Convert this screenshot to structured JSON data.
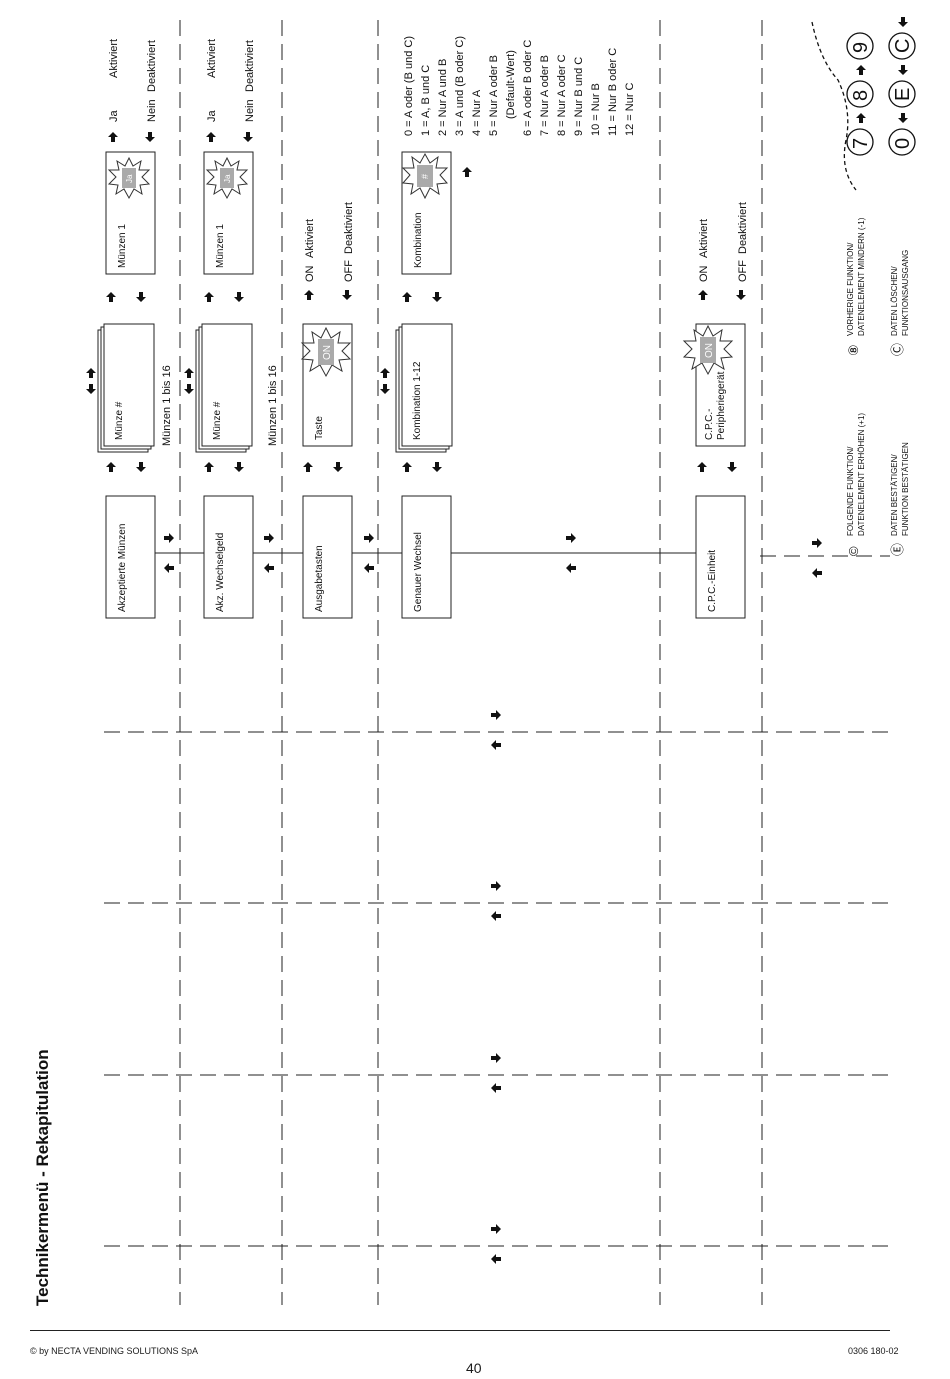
{
  "title": "Technikermenü - Rekapitulation",
  "footer": {
    "copyright": "© by NECTA VENDING SOLUTIONS SpA",
    "page": "40",
    "code": "0306 180-02"
  },
  "menu_items": [
    "Akzeptierte Münzen",
    "Akz. Wechselgeld",
    "Ausgabetasten",
    "Genauer Wechsel",
    "C.P.C.-Einheit"
  ],
  "sub_items": {
    "muenze_1": "Münze #",
    "muenze_2": "Münze #",
    "taste": "Taste",
    "kombination_range": "Kombination 1-12",
    "cpc_line1": "C.P.C.-",
    "cpc_line2": "Peripheriegerät",
    "muenzen_range_1": "Münzen 1 bis 16",
    "muenzen_range_2": "Münzen 1 bis 16"
  },
  "leaf_items": {
    "muenzen1_a": "Münzen 1",
    "muenzen1_b": "Münzen 1",
    "kombination": "Kombination"
  },
  "badges": {
    "ja_1": "Ja",
    "ja_2": "Ja",
    "on_1": "ON",
    "on_2": "ON",
    "hash": "#"
  },
  "options": {
    "ja_1": "Ja",
    "aktiviert_1": "Aktiviert",
    "nein_1": "Nein",
    "deaktiviert_1": "Deaktiviert",
    "ja_2": "Ja",
    "aktiviert_2": "Aktiviert",
    "nein_2": "Nein",
    "deaktiviert_2": "Deaktiviert",
    "on_1": "ON",
    "on_aktiviert_1": "Aktiviert",
    "off_1": "OFF",
    "off_deaktiviert_1": "Deaktiviert",
    "on_2": "ON",
    "on_aktiviert_2": "Aktiviert",
    "off_2": "OFF",
    "off_deaktiviert_2": "Deaktiviert"
  },
  "combinations": [
    "0 = A oder (B und C)",
    "1 = A, B und C",
    "2 = Nur A und B",
    "3 = A und (B oder C)",
    "4 = Nur A",
    "5 = Nur A oder B",
    "(Default-Wert)",
    "6 = A oder B oder C",
    "7 = Nur A oder B",
    "8 = Nur A oder C",
    "9 = Nur B und C",
    "10 = Nur B",
    "11 = Nur B oder C",
    "12 = Nur C"
  ],
  "legend": {
    "key_next_line1": "FOLGENDE FUNKTION/",
    "key_next_line2": "DATENELEMENT ERHÖHEN (+1)",
    "key_prev_line1": "VORHERIGE FUNKTION/",
    "key_prev_line2": "DATENELEMENT MINDERN (-1)",
    "key_confirm_line1": "DATEN BESTÄTIGEN/",
    "key_confirm_line2": "FUNKTION BESTÄTIGEN",
    "key_clear_line1": "DATEN LÖSCHEN/",
    "key_clear_line2": "FUNKTIONSAUSGANG",
    "sym_next": "©",
    "sym_prev": "⑧",
    "sym_confirm": "Ⓔ",
    "sym_clear": "Ⓒ"
  },
  "keypad": {
    "k7": "7",
    "k8": "8",
    "k9": "9",
    "k0": "0",
    "kE": "E",
    "kC": "C"
  }
}
